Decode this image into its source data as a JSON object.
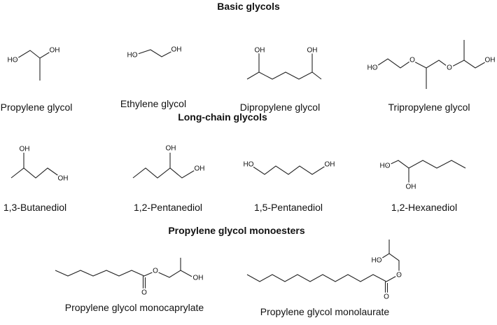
{
  "sections": [
    {
      "title": "Basic glycols"
    },
    {
      "title": "Long-chain glycols"
    },
    {
      "title": "Propylene glycol monoesters"
    }
  ],
  "molecules": {
    "propylene_glycol": {
      "name": "Propylene glycol",
      "atoms": [
        "HO",
        "OH"
      ]
    },
    "ethylene_glycol": {
      "name": "Ethylene glycol",
      "atoms": [
        "HO",
        "OH"
      ]
    },
    "dipropylene_glycol": {
      "name": "Dipropylene glycol",
      "atoms": [
        "OH",
        "OH"
      ]
    },
    "tripropylene_glycol": {
      "name": "Tripropylene glycol",
      "atoms": [
        "HO",
        "O",
        "O",
        "OH"
      ]
    },
    "butanediol_13": {
      "name": "1,3-Butanediol",
      "atoms": [
        "OH",
        "OH"
      ]
    },
    "pentanediol_12": {
      "name": "1,2-Pentanediol",
      "atoms": [
        "OH",
        "OH"
      ]
    },
    "pentanediol_15": {
      "name": "1,5-Pentanediol",
      "atoms": [
        "HO",
        "OH"
      ]
    },
    "hexanediol_12": {
      "name": "1,2-Hexanediol",
      "atoms": [
        "HO",
        "OH"
      ]
    },
    "pg_monocaprylate": {
      "name": "Propylene glycol monocaprylate",
      "atoms": [
        "O",
        "O",
        "OH"
      ]
    },
    "pg_monolaurate": {
      "name": "Propylene glycol monolaurate",
      "atoms": [
        "HO",
        "O",
        "O"
      ]
    }
  }
}
